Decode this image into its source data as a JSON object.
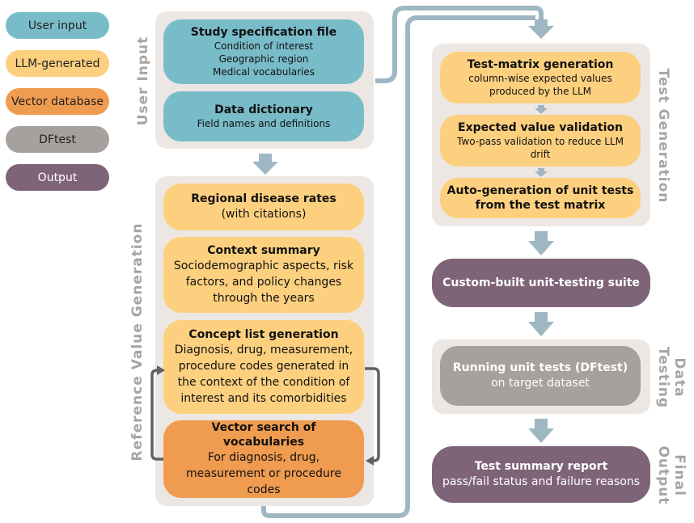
{
  "legend": [
    {
      "label": "User input",
      "color": "#79bcc9"
    },
    {
      "label": "LLM-generated",
      "color": "#fdd07f"
    },
    {
      "label": "Vector database",
      "color": "#f09c50"
    },
    {
      "label": "DFtest",
      "color": "#a6a19e"
    },
    {
      "label": "Output",
      "color": "#7e6478"
    }
  ],
  "user_input": {
    "label": "User Input",
    "spec_file": {
      "title": "Study specification file",
      "lines": [
        "Condition of interest",
        "Geographic region",
        "Medical vocabularies"
      ]
    },
    "data_dict": {
      "title": "Data dictionary",
      "line": "Field names and definitions"
    }
  },
  "reference": {
    "label": "Reference Value Generation",
    "disease_rates": {
      "title": "Regional disease rates",
      "line": "(with citations)"
    },
    "context": {
      "title": "Context summary",
      "line": "Sociodemographic aspects, risk factors, and policy changes through the years"
    },
    "concept": {
      "title": "Concept list generation",
      "line": "Diagnosis, drug, measurement, procedure codes generated in the context of the condition of interest and its comorbidities"
    },
    "vector": {
      "title": "Vector search of vocabularies",
      "line": "For diagnosis, drug, measurement or procedure codes"
    }
  },
  "test_generation": {
    "label": "Test Generation",
    "matrix": {
      "title": "Test-matrix generation",
      "line": "column-wise expected values produced by the LLM"
    },
    "validation": {
      "title": "Expected value validation",
      "line": "Two-pass validation to reduce LLM drift"
    },
    "auto": {
      "title": "Auto-generation of unit tests from the test matrix"
    }
  },
  "suite": {
    "title": "Custom-built unit-testing suite"
  },
  "data_testing": {
    "label": "Data\nTesting",
    "running": {
      "title": "Running unit tests (DFtest)",
      "line": "on target dataset"
    }
  },
  "final_output": {
    "label": "Final\nOutput",
    "report": {
      "title": "Test summary report",
      "line": "pass/fail status and failure reasons"
    }
  }
}
